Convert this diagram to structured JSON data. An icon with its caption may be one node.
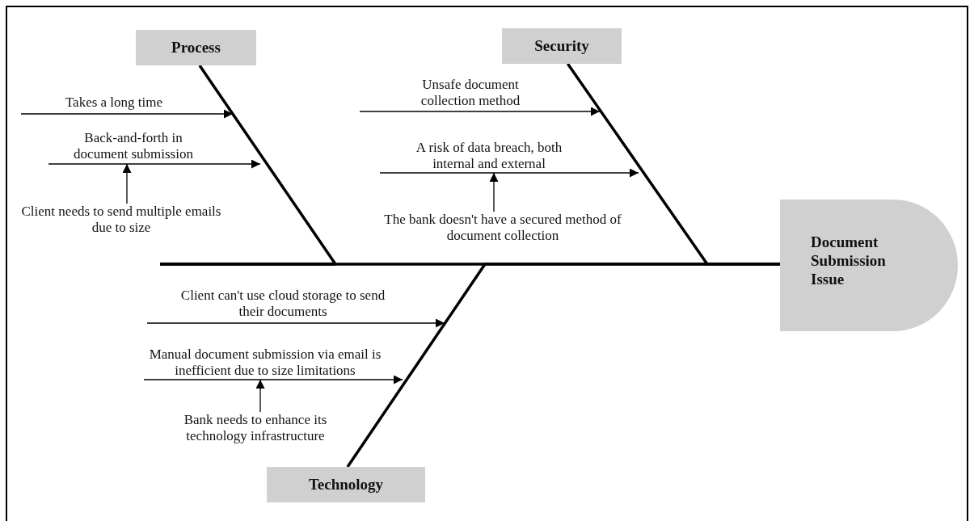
{
  "diagram": {
    "nodes": [
      {
        "text": [
          "Process"
        ]
      },
      {
        "text": [
          "Takes a long time"
        ]
      },
      {
        "text": [
          "Back-and-forth in document submission"
        ]
      },
      {
        "text": [
          "Client needs to send multiple emails due to size"
        ]
      },
      {
        "text": [
          "Security"
        ]
      },
      {
        "text": [
          "Unsafe document collection method"
        ]
      },
      {
        "text": [
          "A risk of data breach, both internal and external"
        ]
      },
      {
        "text": [
          "The bank doesn't have a secured method of document collection"
        ]
      },
      {
        "text": [
          "Document Submission Issue"
        ]
      },
      {
        "text": [
          "Client can't use cloud storage to send their documents"
        ]
      },
      {
        "text": [
          "Manual document submission via email is inefficient due to size limitations"
        ]
      },
      {
        "text": [
          "Bank needs to enhance its technology infrastructure"
        ]
      },
      {
        "text": [
          "Technology"
        ]
      }
    ],
    "edges": [
      {
        "from": 0,
        "to": 8,
        "arrow": "none",
        "style": "thick"
      },
      {
        "from": 4,
        "to": 8,
        "arrow": "none",
        "style": "thick"
      },
      {
        "from": 12,
        "to": 8,
        "arrow": "none",
        "style": "thick"
      },
      {
        "from": 1,
        "to": null,
        "arrow": "to"
      },
      {
        "from": 2,
        "to": null,
        "arrow": "to"
      },
      {
        "from": 3,
        "to": 2,
        "arrow": "to"
      },
      {
        "from": 5,
        "to": null,
        "arrow": "to"
      },
      {
        "from": 6,
        "to": null,
        "arrow": "to"
      },
      {
        "from": 7,
        "to": 6,
        "arrow": "to"
      },
      {
        "from": 9,
        "to": null,
        "arrow": "to"
      },
      {
        "from": 10,
        "to": null,
        "arrow": "to"
      },
      {
        "from": 11,
        "to": 10,
        "arrow": "to"
      }
    ]
  }
}
